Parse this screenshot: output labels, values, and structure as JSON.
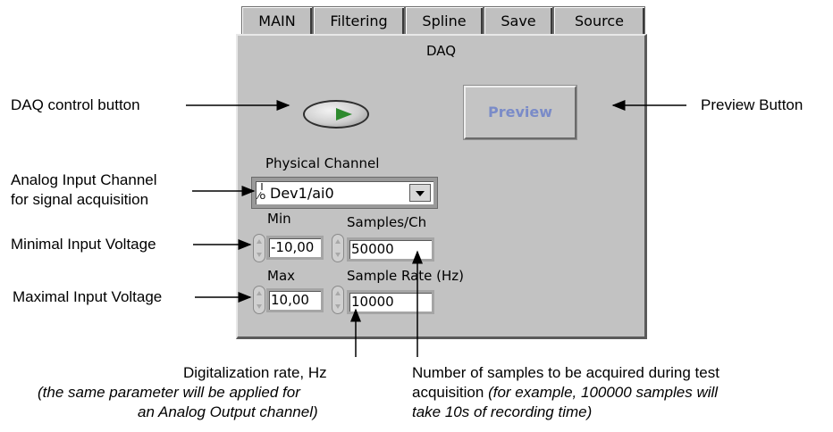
{
  "tabs": [
    "MAIN",
    "Filtering",
    "Spline",
    "Save",
    "Source"
  ],
  "panel": {
    "title": "DAQ",
    "preview_label": "Preview",
    "physical_channel_label": "Physical Channel",
    "physical_channel_value": "Dev1/ai0",
    "min_label": "Min",
    "min_value": "-10,00",
    "max_label": "Max",
    "max_value": "10,00",
    "samples_label": "Samples/Ch",
    "samples_value": "50000",
    "rate_label": "Sample Rate (Hz)",
    "rate_value": "10000"
  },
  "annotations": {
    "daq_control": "DAQ control button",
    "preview": "Preview Button",
    "channel_line1": "Analog Input Channel",
    "channel_line2": "for signal acquisition",
    "min_voltage": "Minimal Input Voltage",
    "max_voltage": "Maximal Input Voltage",
    "rate_line1": "Digitalization rate, Hz",
    "rate_line2": "(the same parameter will be applied for",
    "rate_line3": "an Analog Output channel)",
    "samples_line1": "Number of samples to be acquired during test",
    "samples_line2_plain": "acquisition ",
    "samples_line2_italic": "(for example, 100000 samples will",
    "samples_line3": "take 10s of recording time)"
  },
  "colors": {
    "panel_bg": "#c2c2c2",
    "preview_text": "#7a8bc8",
    "led_green": "#2e8a2e"
  }
}
